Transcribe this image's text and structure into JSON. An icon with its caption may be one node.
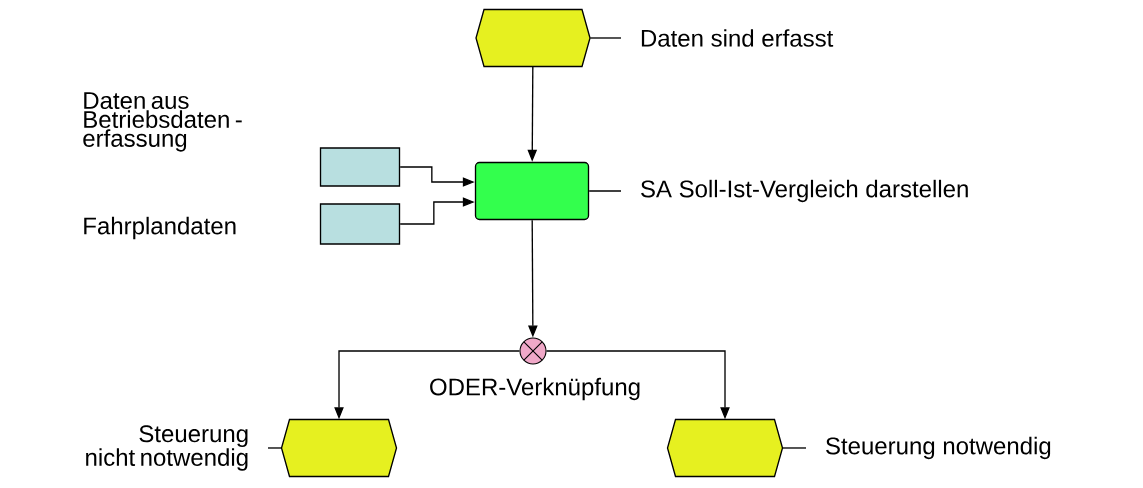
{
  "diagram": {
    "nodes": [
      {
        "text": [],
        "shape": "hexagon"
      },
      {
        "text": [
          "Daten sind erfasst"
        ]
      },
      {
        "text": [],
        "shape": "box"
      },
      {
        "text": [
          "SA Soll-Ist-Vergleich darstellen"
        ]
      },
      {
        "text": [],
        "shape": "box",
        "beside": [
          "Daten aus Betriebsdaten -erfassung"
        ]
      },
      {
        "text": [],
        "shape": "box",
        "beside": [
          "Fahrplandaten"
        ]
      },
      {
        "text": [],
        "shape": "circle",
        "beside": [
          "ODER-Verknüpfung"
        ]
      },
      {
        "text": [],
        "shape": "hexagon"
      },
      {
        "text": [
          "Steuerung nicht notwendig"
        ]
      },
      {
        "text": [],
        "shape": "hexagon"
      },
      {
        "text": [
          "Steuerung notwendig"
        ]
      }
    ],
    "edges": [
      {
        "from": 0,
        "to": 2,
        "arrow": "to"
      },
      {
        "from": 4,
        "to": 2,
        "arrow": "to"
      },
      {
        "from": 5,
        "to": 2,
        "arrow": "to"
      },
      {
        "from": 2,
        "to": 6,
        "arrow": "to"
      },
      {
        "from": 6,
        "to": 7,
        "arrow": "to"
      },
      {
        "from": 6,
        "to": 9,
        "arrow": "to"
      },
      {
        "from": 1,
        "to": 0,
        "arrow": "none"
      },
      {
        "from": 3,
        "to": 2,
        "arrow": "none"
      },
      {
        "from": 8,
        "to": 7,
        "arrow": "none"
      },
      {
        "from": 10,
        "to": 9,
        "arrow": "none"
      }
    ]
  }
}
